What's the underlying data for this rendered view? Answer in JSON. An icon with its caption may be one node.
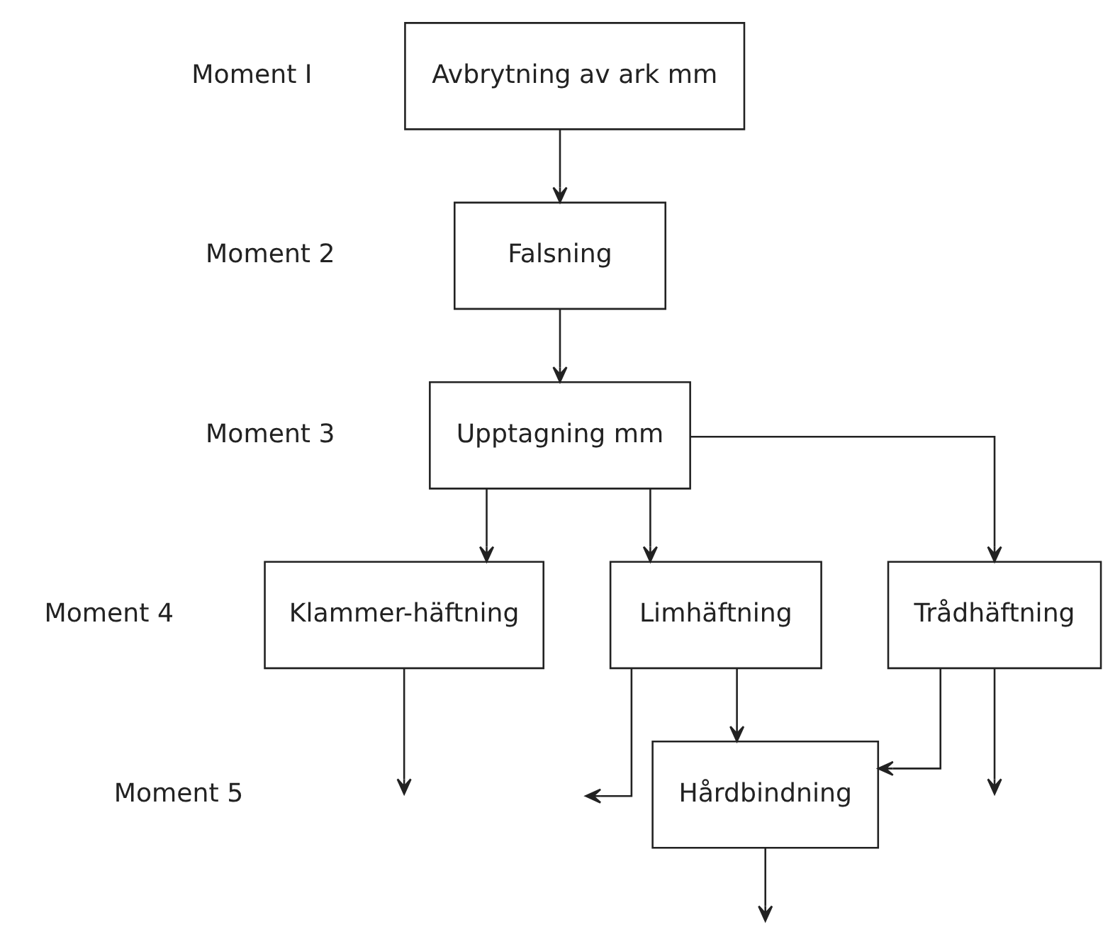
{
  "diagram": {
    "nodes": [
      {
        "text": [
          "Avbrytning av ark mm"
        ]
      },
      {
        "text": [
          "Falsning"
        ]
      },
      {
        "text": [
          "Upptagning mm"
        ]
      },
      {
        "text": [
          "Klammer-häftning"
        ]
      },
      {
        "text": [
          "Limhäftning"
        ]
      },
      {
        "text": [
          "Trådhäftning"
        ]
      },
      {
        "text": [
          "Hårdbindning"
        ]
      }
    ],
    "edges": [
      {
        "from": 0,
        "to": 1,
        "arrow": "to"
      },
      {
        "from": 1,
        "to": 2,
        "arrow": "to"
      },
      {
        "from": 2,
        "to": 3,
        "arrow": "to"
      },
      {
        "from": 2,
        "to": 4,
        "arrow": "to"
      },
      {
        "from": 2,
        "to": 5,
        "arrow": "to"
      },
      {
        "from": 4,
        "to": 6,
        "arrow": "to"
      },
      {
        "from": 5,
        "to": 6,
        "arrow": "to"
      },
      {
        "from": 3,
        "to": null,
        "arrow": "to"
      },
      {
        "from": 4,
        "to": null,
        "arrow": "to"
      },
      {
        "from": 6,
        "to": null,
        "arrow": "to"
      },
      {
        "from": 5,
        "to": null,
        "arrow": "to"
      }
    ],
    "labels": [
      "Moment I",
      "Moment 2",
      "Moment 3",
      "Moment 4",
      "Moment 5"
    ]
  }
}
